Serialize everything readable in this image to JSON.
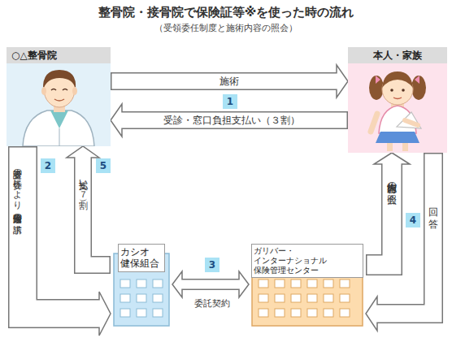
{
  "diagram": {
    "title": "整骨院・接骨院で保険証等※を使った時の流れ",
    "nodes": [
      {
        "text": [
          "○△整骨院"
        ]
      },
      {
        "text": [
          "本人・家族"
        ]
      },
      {
        "text": [
          "カシオ 健保組合"
        ]
      },
      {
        "text": [
          "ガリバー・インターナショナル 保険管理センター"
        ]
      }
    ],
    "edges": [
      {
        "from": 0,
        "to": 1,
        "arrow": "to",
        "label": "施術"
      },
      {
        "from": 1,
        "to": 0,
        "arrow": "to",
        "label": "受診・窓口負担支払い（３割）"
      },
      {
        "from": 0,
        "to": 2,
        "arrow": "to",
        "label": "受診者の委任により 保険適用分の請求"
      },
      {
        "from": 2,
        "to": 0,
        "arrow": "to",
        "label": "支払い（７割）"
      },
      {
        "from": 2,
        "to": 3,
        "arrow": "both",
        "label": "委託契約"
      },
      {
        "from": 3,
        "to": 1,
        "arrow": "to",
        "label": "施術内容の照会"
      },
      {
        "from": 1,
        "to": 3,
        "arrow": "to",
        "label": "回答"
      }
    ],
    "labels": [
      "（受領委任制度と施術内容の照会）",
      "1",
      "2",
      "3",
      "4",
      "5"
    ]
  }
}
